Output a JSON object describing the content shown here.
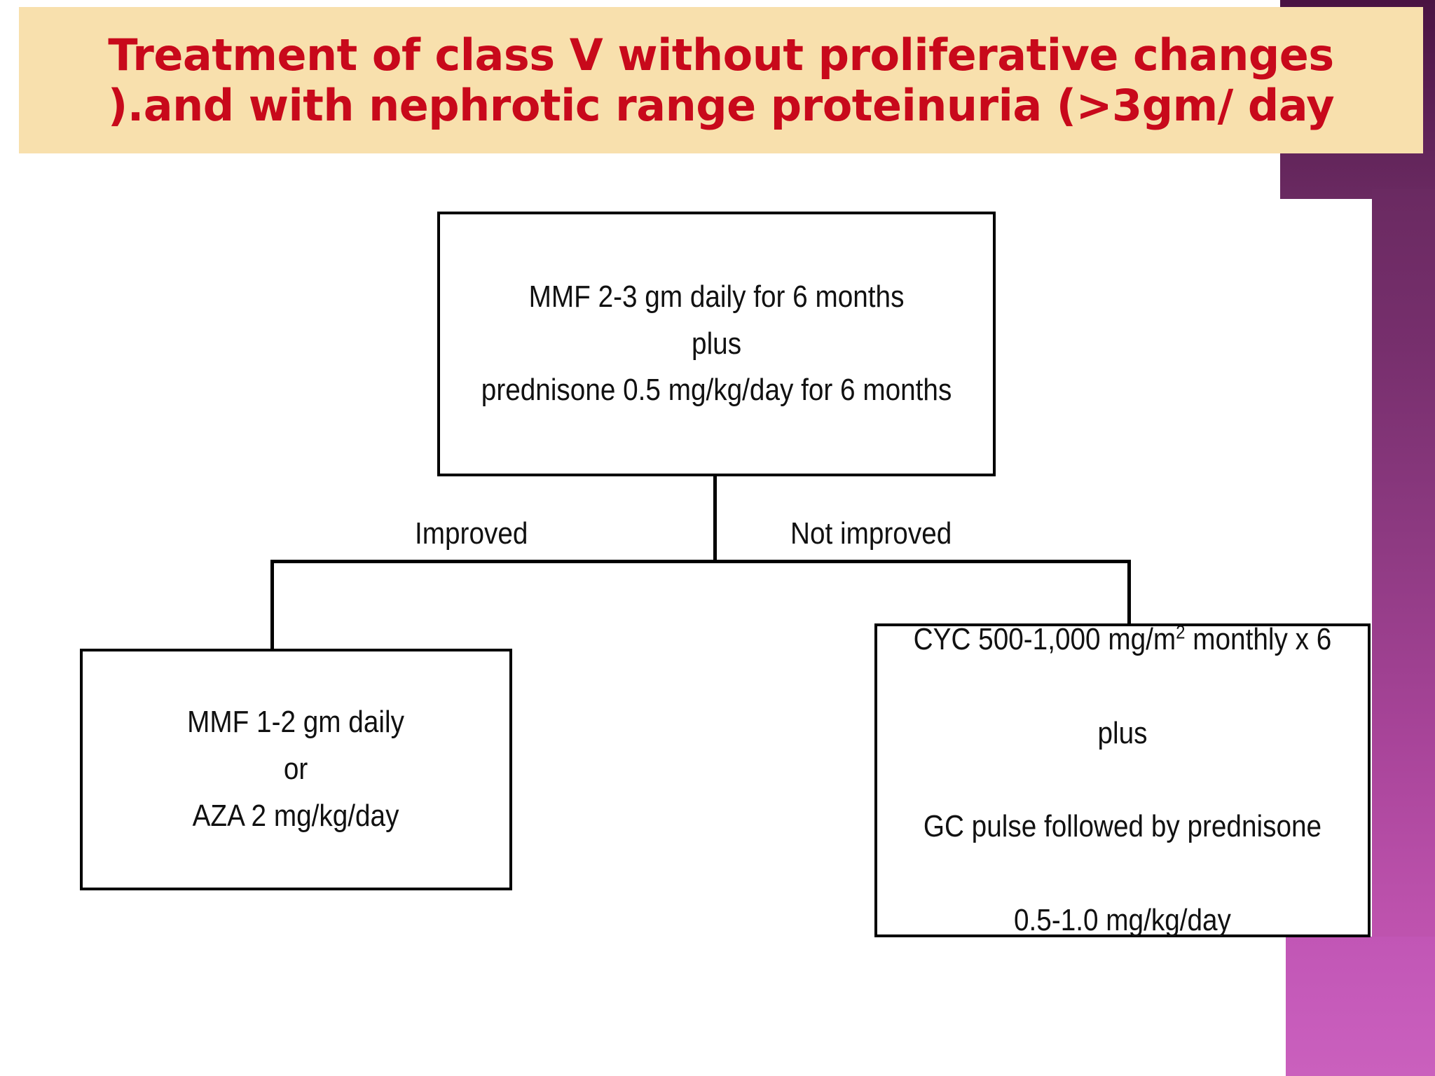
{
  "slide": {
    "title_line1": "Treatment of class V without proliferative changes",
    "title_line2": ").and with nephrotic range proteinuria (>3gm/ day",
    "title_color": "#c8091b",
    "banner_color": "#f8e0ad",
    "deco_color_top": "#4a1342",
    "deco_color_bottom": "#c95bb8"
  },
  "flowchart": {
    "type": "decision-tree",
    "root_box": {
      "name": "initial-therapy",
      "lines": [
        "MMF 2-3 gm daily for 6 months",
        "plus",
        "prednisone 0.5 mg/kg/day for 6 months"
      ],
      "text": "MMF 2-3 gm daily for 6 months\nplus\nprednisone 0.5 mg/kg/day for 6 months"
    },
    "branches": [
      {
        "name": "improved",
        "label": "Improved"
      },
      {
        "name": "not-improved",
        "label": "Not improved"
      }
    ],
    "improved_box": {
      "name": "maintenance-therapy",
      "lines": [
        "MMF 1-2 gm daily",
        "or",
        "AZA 2 mg/kg/day"
      ],
      "text": "MMF 1-2 gm daily\nor\nAZA 2 mg/kg/day"
    },
    "not_improved_box": {
      "name": "escalation-therapy",
      "line1_pre": "CYC 500-1,000 mg/m",
      "line1_sup": "2",
      "line1_post": " monthly x 6",
      "line2": "plus",
      "line3": "GC pulse followed by prednisone",
      "line4": "0.5-1.0 mg/kg/day"
    }
  }
}
